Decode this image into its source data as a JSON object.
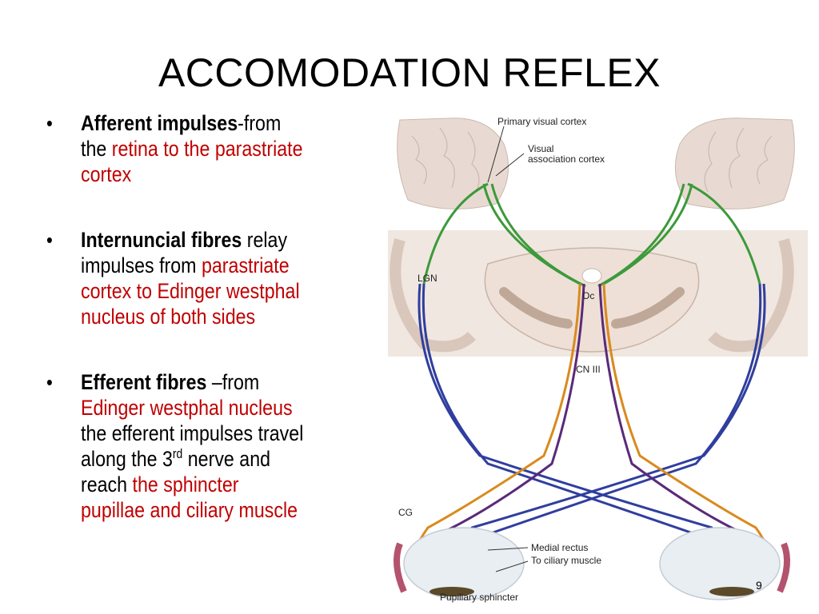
{
  "title": "ACCOMODATION REFLEX",
  "bullets": [
    {
      "b1_bold": "Afferent impulses",
      "b1_t1": "-from the ",
      "b1_red": "retina to the parastriate cortex"
    },
    {
      "b2_bold": "Internuncial fibres",
      "b2_t1": " relay impulses from ",
      "b2_red": "parastriate cortex to Edinger westphal nucleus of both sides"
    },
    {
      "b3_bold": "Efferent fibres",
      "b3_t1": " –from ",
      "b3_red1": "Edinger westphal nucleus",
      "b3_t2": " the efferent impulses travel along the 3",
      "b3_sup": "rd",
      "b3_t3": " nerve and reach ",
      "b3_red2": "the sphincter pupillae and ciliary muscle"
    }
  ],
  "figure": {
    "labels": {
      "primary_visual_cortex": "Primary visual cortex",
      "visual_association_cortex_1": "Visual",
      "visual_association_cortex_2": "association cortex",
      "lgn": "LGN",
      "oc": "Oc",
      "cn3": "CN III",
      "cg": "CG",
      "medial_rectus": "Medial rectus",
      "to_ciliary_muscle": "To ciliary muscle",
      "pupillary_sphincter": "Pupillary sphincter"
    },
    "colors": {
      "afferent_blue": "#2f3e9e",
      "internuncial_green": "#3c9a3a",
      "efferent_orange": "#d98a1e",
      "efferent_purple": "#5a2a7a",
      "brain": "#e9dcd4",
      "brain_stem_bg": "#efe6df",
      "red_text": "#c00000"
    }
  },
  "page_number": "9"
}
